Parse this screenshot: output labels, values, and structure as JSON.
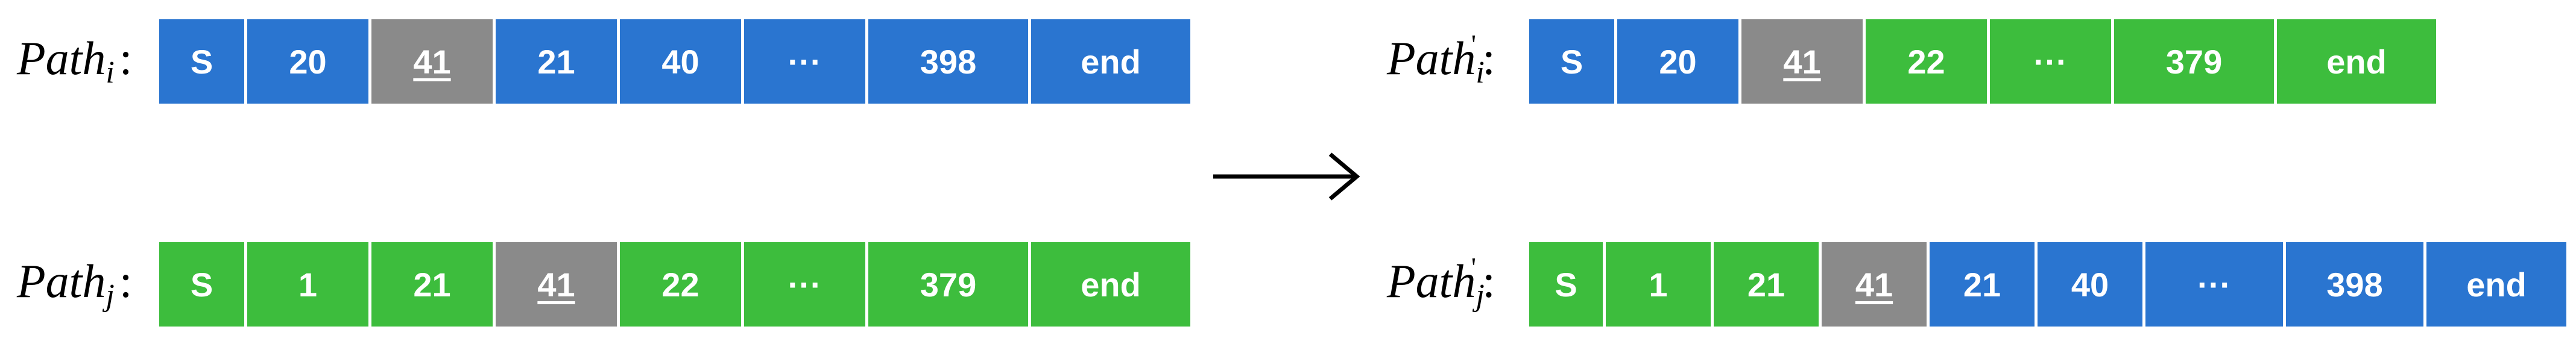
{
  "labels": {
    "path_i": {
      "base": "Path",
      "sub": "i"
    },
    "path_j": {
      "base": "Path",
      "sub": "j"
    },
    "path_i_prime": {
      "base": "Path",
      "sub": "i",
      "prime": "'"
    },
    "path_j_prime": {
      "base": "Path",
      "sub": "j",
      "prime": "'"
    },
    "colon": ":"
  },
  "rows": {
    "path_i": [
      {
        "text": "S",
        "color": "blue"
      },
      {
        "text": "20",
        "color": "blue"
      },
      {
        "text": "41",
        "color": "gray",
        "underline": true
      },
      {
        "text": "21",
        "color": "blue"
      },
      {
        "text": "40",
        "color": "blue"
      },
      {
        "text": "···",
        "color": "blue"
      },
      {
        "text": "398",
        "color": "blue"
      },
      {
        "text": "end",
        "color": "blue"
      }
    ],
    "path_j": [
      {
        "text": "S",
        "color": "green"
      },
      {
        "text": "1",
        "color": "green"
      },
      {
        "text": "21",
        "color": "green"
      },
      {
        "text": "41",
        "color": "gray",
        "underline": true
      },
      {
        "text": "22",
        "color": "green"
      },
      {
        "text": "···",
        "color": "green"
      },
      {
        "text": "379",
        "color": "green"
      },
      {
        "text": "end",
        "color": "green"
      }
    ],
    "path_i_prime": [
      {
        "text": "S",
        "color": "blue"
      },
      {
        "text": "20",
        "color": "blue"
      },
      {
        "text": "41",
        "color": "gray",
        "underline": true
      },
      {
        "text": "22",
        "color": "green"
      },
      {
        "text": "···",
        "color": "green"
      },
      {
        "text": "379",
        "color": "green"
      },
      {
        "text": "end",
        "color": "green"
      }
    ],
    "path_j_prime": [
      {
        "text": "S",
        "color": "green"
      },
      {
        "text": "1",
        "color": "green"
      },
      {
        "text": "21",
        "color": "green"
      },
      {
        "text": "41",
        "color": "gray",
        "underline": true
      },
      {
        "text": "21",
        "color": "blue"
      },
      {
        "text": "40",
        "color": "blue"
      },
      {
        "text": "···",
        "color": "blue"
      },
      {
        "text": "398",
        "color": "blue"
      },
      {
        "text": "end",
        "color": "blue"
      }
    ]
  },
  "colors": {
    "blue": "#2a75d0",
    "green": "#3dbd3d",
    "gray": "#8a8a8a"
  }
}
